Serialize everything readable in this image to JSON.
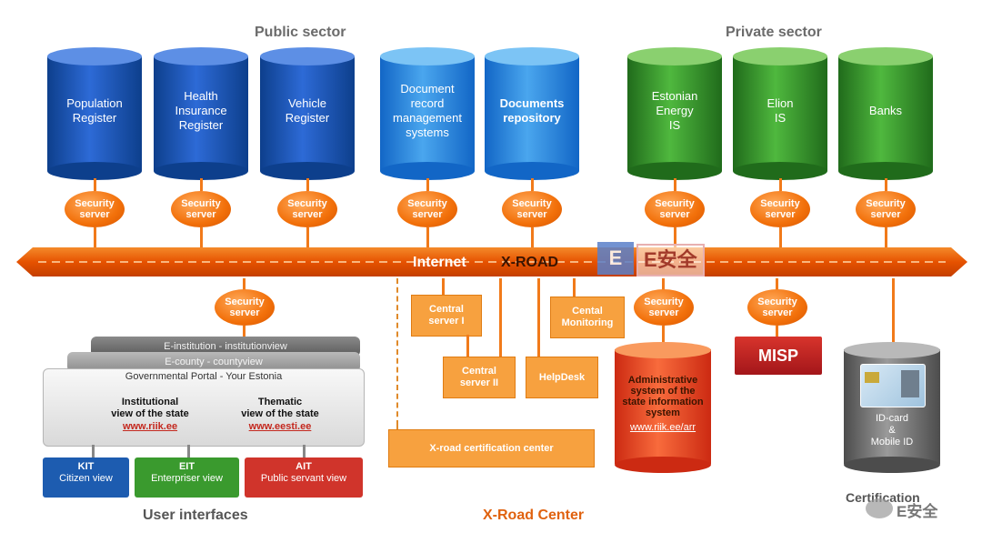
{
  "sectors": {
    "public": "Public sector",
    "private": "Private sector"
  },
  "databases": [
    {
      "label": "Population\nRegister",
      "color": "blue"
    },
    {
      "label": "Health\nInsurance\nRegister",
      "color": "blue"
    },
    {
      "label": "Vehicle\nRegister",
      "color": "blue"
    },
    {
      "label": "Document\nrecord\nmanagement\nsystems",
      "color": "lblue"
    },
    {
      "label": "Documents\nrepository",
      "color": "lblue"
    },
    {
      "label": "Estonian\nEnergy\nIS",
      "color": "green"
    },
    {
      "label": "Elion\nIS",
      "color": "green"
    },
    {
      "label": "Banks",
      "color": "green"
    }
  ],
  "security_server_label": "Security\nserver",
  "road": {
    "internet": "Internet",
    "xroad": "X-ROAD"
  },
  "watermark": "E安全",
  "center": {
    "central_server_1": "Central\nserver I",
    "central_server_2": "Central\nserver II",
    "helpdesk": "HelpDesk",
    "monitoring": "Cental\nMonitoring",
    "certification": "X-road certification center",
    "title": "X-Road Center"
  },
  "admin": {
    "text": "Administrative\nsystem of the\nstate information\nsystem",
    "link": "www.riik.ee/arr"
  },
  "misp": "MISP",
  "idcard": {
    "text": "ID-card\n&\nMobile ID",
    "caption": "Certification"
  },
  "portal": {
    "e_institution": "E-institution - institutionview",
    "e_county": "E-county - countyview",
    "gov_portal": "Governmental Portal - Your Estonia",
    "institutional": "Institutional\nview of the state",
    "institutional_link": "www.riik.ee",
    "thematic": "Thematic\nview of the state",
    "thematic_link": "www.eesti.ee"
  },
  "views": [
    {
      "code": "KIT",
      "label": "Citizen view",
      "color": "#1d5cb0"
    },
    {
      "code": "EIT",
      "label": "Enterpriser view",
      "color": "#3a9a2e"
    },
    {
      "code": "AIT",
      "label": "Public servant view",
      "color": "#d0342b"
    }
  ],
  "user_interfaces": "User interfaces",
  "wechat_watermark": "E安全"
}
